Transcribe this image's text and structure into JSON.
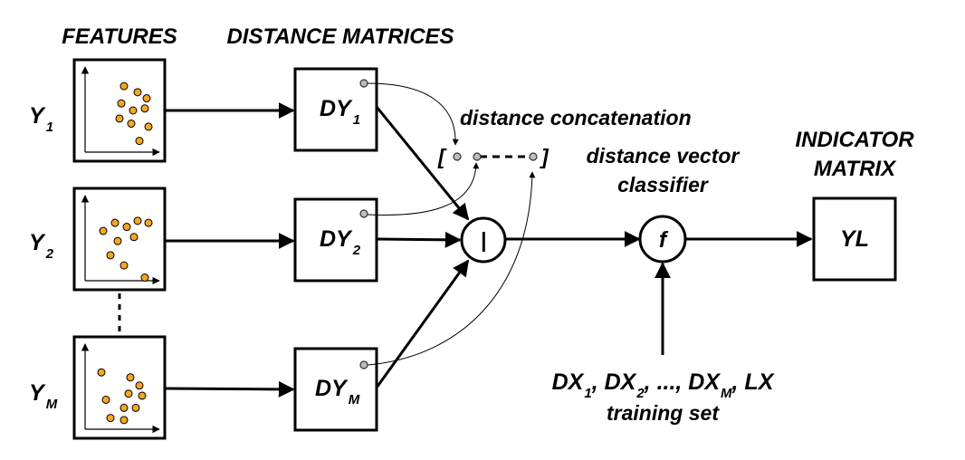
{
  "headers": {
    "features": "FEATURES",
    "distance_matrices": "DISTANCE MATRICES",
    "indicator_line1": "INDICATOR",
    "indicator_line2": "MATRIX"
  },
  "inputs": [
    {
      "base": "Y",
      "sub": "1"
    },
    {
      "base": "Y",
      "sub": "2"
    },
    {
      "base": "Y",
      "sub": "M"
    }
  ],
  "matrices": [
    {
      "base": "DY",
      "sub": "1"
    },
    {
      "base": "DY",
      "sub": "2"
    },
    {
      "base": "DY",
      "sub": "M"
    }
  ],
  "concat_label": "distance concatenation",
  "bracket_open": "[",
  "bracket_close": "]",
  "concat_symbol": "|",
  "classifier_line1": "distance vector",
  "classifier_line2": "classifier",
  "classifier_symbol": "f",
  "output_label": "YL",
  "training": {
    "line1_parts": [
      {
        "base": "DX",
        "sub": "1"
      },
      {
        "base": ", DX",
        "sub": "2"
      },
      {
        "base": ", ..., DX",
        "sub": "M"
      },
      {
        "base": ", LX",
        "sub": ""
      }
    ],
    "line2": "training set"
  },
  "colors": {
    "feature_dot": "#F5A623",
    "port_dot": "#bdbdbd",
    "stroke": "#000000"
  },
  "scatter_points": [
    [
      [
        0.55,
        0.26
      ],
      [
        0.7,
        0.32
      ],
      [
        0.8,
        0.38
      ],
      [
        0.52,
        0.43
      ],
      [
        0.65,
        0.5
      ],
      [
        0.78,
        0.48
      ],
      [
        0.5,
        0.58
      ],
      [
        0.63,
        0.63
      ],
      [
        0.82,
        0.66
      ],
      [
        0.72,
        0.8
      ]
    ],
    [
      [
        0.45,
        0.34
      ],
      [
        0.58,
        0.38
      ],
      [
        0.7,
        0.32
      ],
      [
        0.82,
        0.34
      ],
      [
        0.32,
        0.42
      ],
      [
        0.48,
        0.52
      ],
      [
        0.66,
        0.48
      ],
      [
        0.4,
        0.66
      ],
      [
        0.55,
        0.76
      ],
      [
        0.78,
        0.88
      ]
    ],
    [
      [
        0.72,
        0.48
      ],
      [
        0.6,
        0.56
      ],
      [
        0.75,
        0.58
      ],
      [
        0.35,
        0.62
      ],
      [
        0.55,
        0.7
      ],
      [
        0.68,
        0.7
      ],
      [
        0.4,
        0.8
      ],
      [
        0.55,
        0.82
      ],
      [
        0.3,
        0.35
      ],
      [
        0.62,
        0.4
      ]
    ]
  ]
}
